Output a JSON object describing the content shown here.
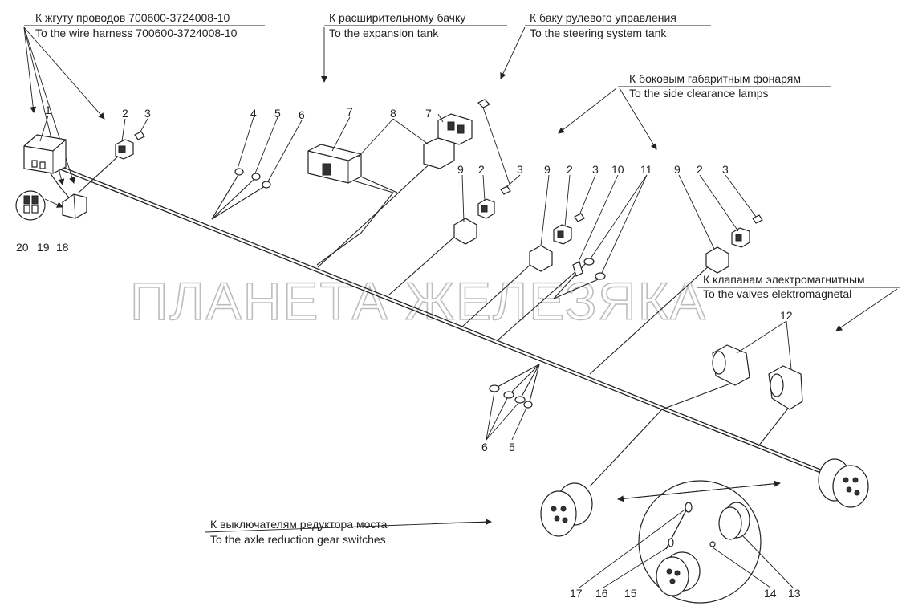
{
  "callouts": [
    {
      "ru": "К жгуту проводов 700600-3724008-10",
      "en": "To the wire harness 700600-3724008-10"
    },
    {
      "ru": "К расширительному бачку",
      "en": "To the expansion tank"
    },
    {
      "ru": "К баку рулевого управления",
      "en": "To the steering system tank"
    },
    {
      "ru": "К боковым габаритным фонарям",
      "en": "To the side clearance lamps"
    },
    {
      "ru": "К клапанам электромагнитным",
      "en": "To the valves elektromagnetal"
    },
    {
      "ru": "К выключателям редуктора моста",
      "en": "To the  axle reduction gear switches"
    }
  ],
  "watermark": "ПЛАНЕТА ЖЕЛЕЗЯКА",
  "part_numbers": {
    "n1": "1",
    "n2": "2",
    "n3": "3",
    "n4": "4",
    "n5": "5",
    "n6": "6",
    "n7": "7",
    "n8": "8",
    "n9": "9",
    "n10": "10",
    "n11": "11",
    "n12": "12",
    "n13": "13",
    "n14": "14",
    "n15": "15",
    "n16": "16",
    "n17": "17",
    "n18": "18",
    "n19": "19",
    "n20": "20"
  }
}
